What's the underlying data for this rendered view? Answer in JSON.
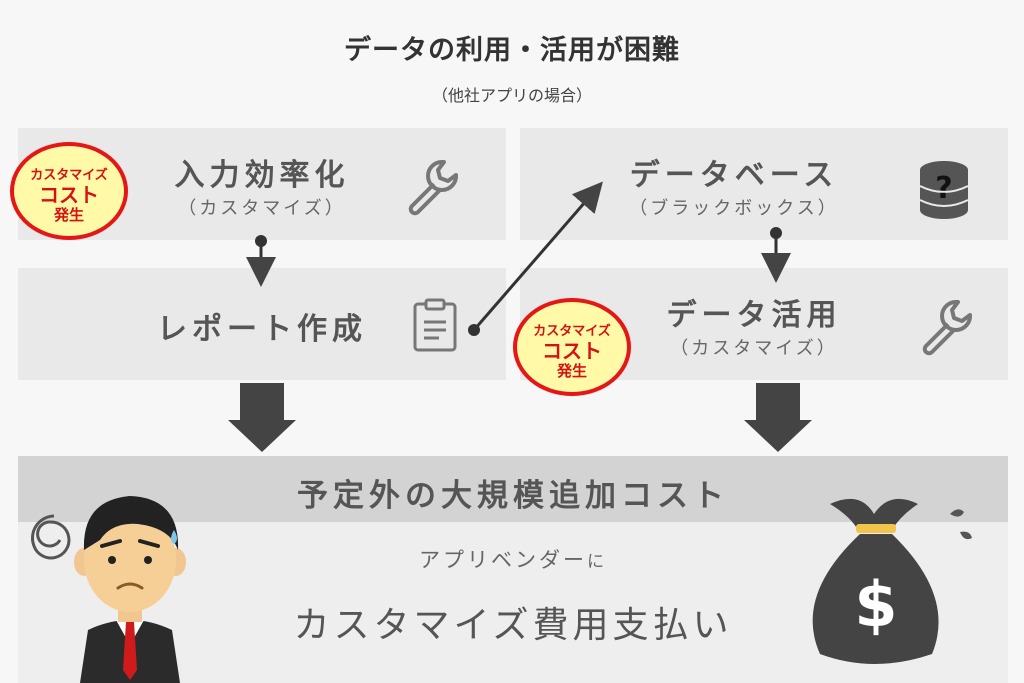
{
  "title": "データの利用・活用が困難",
  "subtitle": "（他社アプリの場合）",
  "left_top": {
    "main": "入力効率化",
    "sub": "（カスタマイズ）"
  },
  "left_bottom": {
    "main": "レポート作成"
  },
  "right_top": {
    "main": "データベース",
    "sub": "（ブラックボックス）"
  },
  "right_bottom": {
    "main": "データ活用",
    "sub": "（カスタマイズ）"
  },
  "badge": {
    "line1": "カスタマイズ",
    "line2": "コスト",
    "line3": "発生"
  },
  "cost": {
    "title": "予定外の大規模追加コスト",
    "vendor": "アプリベンダー",
    "vendor_suffix": "に",
    "payment": "カスタマイズ費用支払い"
  },
  "icons": {
    "wrench": "wrench-icon",
    "clipboard": "clipboard-icon",
    "database": "database-question-icon",
    "money_bag": "money-bag-icon",
    "person": "worried-businessman"
  },
  "colors": {
    "badge_red": "#e51616",
    "badge_fill": "#fff9a8",
    "arrow": "#444444",
    "box": "#e9e9e9"
  }
}
